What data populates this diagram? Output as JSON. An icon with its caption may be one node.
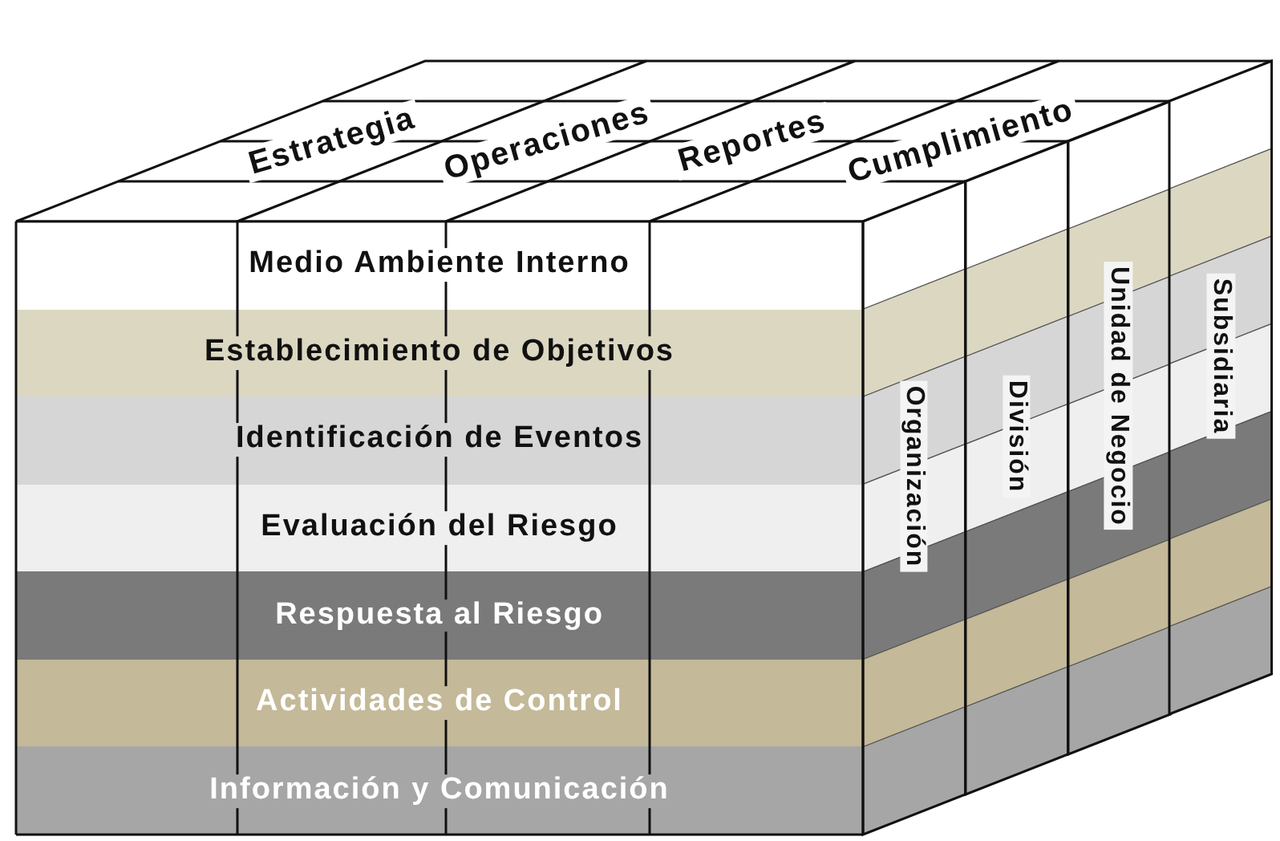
{
  "diagram": {
    "nodes": [
      {
        "text": [
          "Estrategia"
        ]
      },
      {
        "text": [
          "Operaciones"
        ]
      },
      {
        "text": [
          "Reportes"
        ]
      },
      {
        "text": [
          "Cumplimiento"
        ]
      },
      {
        "text": [
          "Medio Ambiente Interno"
        ]
      },
      {
        "text": [
          "Establecimiento de Objetivos"
        ]
      },
      {
        "text": [
          "Identificación de Eventos"
        ]
      },
      {
        "text": [
          "Evaluación del Riesgo"
        ]
      },
      {
        "text": [
          "Respuesta al Riesgo"
        ]
      },
      {
        "text": [
          "Actividades de Control"
        ]
      },
      {
        "text": [
          "Información y Comunicación"
        ]
      },
      {
        "text": [
          "Organización"
        ]
      },
      {
        "text": [
          "División"
        ]
      },
      {
        "text": [
          "Unidad de Negocio"
        ]
      },
      {
        "text": [
          "Subsidiaria"
        ]
      }
    ]
  }
}
